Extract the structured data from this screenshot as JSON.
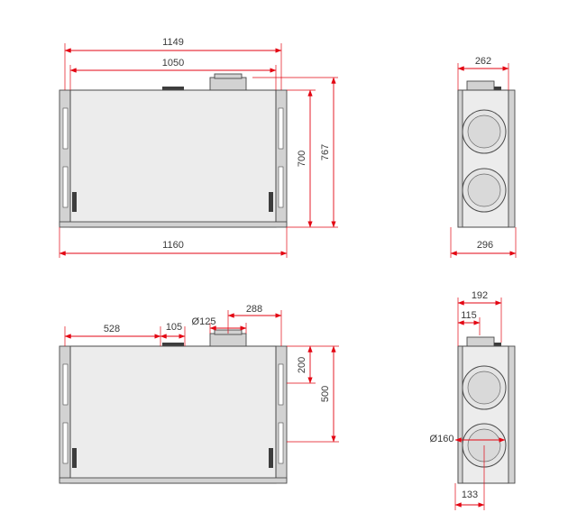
{
  "colors": {
    "dimension": "#e30613",
    "body": "#ececec",
    "outline": "#4a4a4a",
    "text": "#3a3a3a"
  },
  "front_top": {
    "overall_width": "1149",
    "inner_width": "1050",
    "base_width": "1160",
    "body_height": "700",
    "total_height": "767"
  },
  "side_top": {
    "depth": "262",
    "overall_depth": "296"
  },
  "front_bottom": {
    "dim_528": "528",
    "dim_105": "105",
    "dim_d125": "Ø125",
    "dim_288": "288",
    "dim_200": "200",
    "dim_500": "500"
  },
  "side_bottom": {
    "dim_192": "192",
    "dim_115": "115",
    "dim_d160": "Ø160",
    "dim_133": "133"
  }
}
